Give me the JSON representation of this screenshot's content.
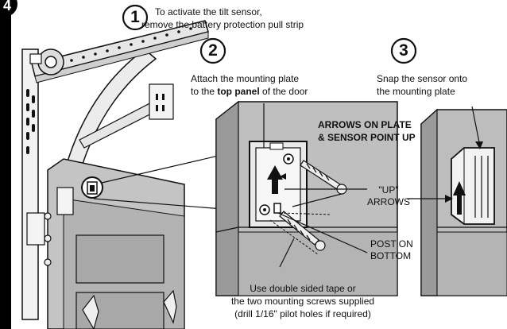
{
  "header_step": "4",
  "steps": [
    {
      "number": "1",
      "line1": "To activate the tilt sensor,",
      "line2": "remove the battery protection pull strip"
    },
    {
      "number": "2",
      "line1": "Attach the mounting plate",
      "line2_pre": "to the ",
      "line2_bold": "top panel",
      "line2_post": " of the door"
    },
    {
      "number": "3",
      "line1": "Snap the sensor onto",
      "line2": "the mounting plate"
    }
  ],
  "callouts": {
    "arrows_line1": "ARROWS ON PLATE",
    "arrows_line2": "& SENSOR POINT UP",
    "up_arrows_line1": "\"UP\"",
    "up_arrows_line2": "ARROWS",
    "post_line1": "POST ON",
    "post_line2": "BOTTOM",
    "tape_line1": "Use double sided tape or",
    "tape_line2": "the two mounting screws supplied",
    "tape_line3": "(drill 1/16\" pilot holes if required)"
  },
  "colors": {
    "ink": "#111111",
    "door_panel": "#bdbdbd",
    "door_dark": "#8c8c8c",
    "rail": "#e6e6e6"
  }
}
